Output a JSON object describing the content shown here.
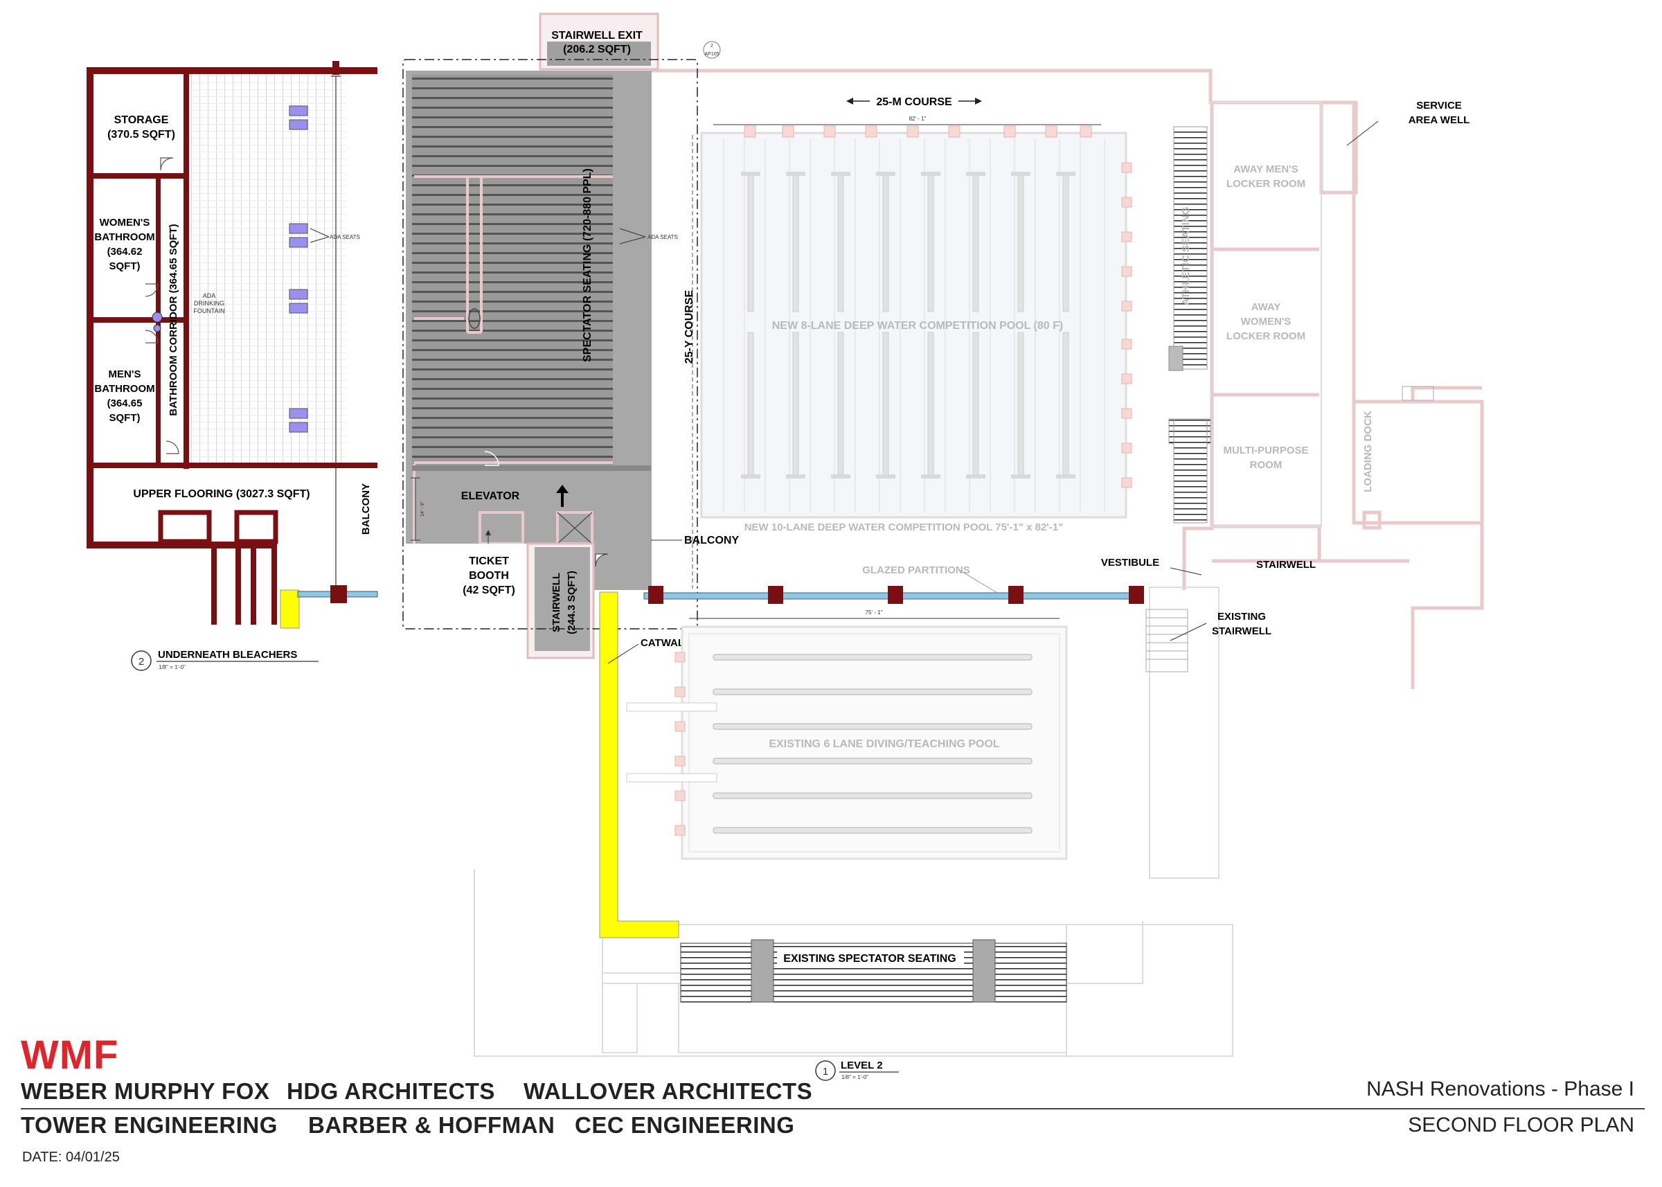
{
  "colors": {
    "wall": "#7a0f12",
    "pink": "#e9c9c9",
    "seating": "#9a9a9a",
    "catwalk": "#ffff00",
    "ada": "#9b8ff0",
    "glazing": "#88c8e8",
    "logo": "#e2232a",
    "faded_text": "#b9b9b9"
  },
  "labels": {
    "stairwell_exit": "STAIRWELL EXIT",
    "stairwell_exit_area": "(206.2 SQFT)",
    "course_25m": "25-M COURSE",
    "course_25y": "25-Y COURSE",
    "service_area_well_1": "SERVICE",
    "service_area_well_2": "AREA WELL",
    "storage": "STORAGE",
    "storage_area": "(370.5 SQFT)",
    "womens_1": "WOMEN'S",
    "womens_2": "BATHROOM",
    "womens_3": "(364.62",
    "womens_4": "SQFT)",
    "bath_corridor": "BATHROOM CORRIDOR (364.65 SQFT)",
    "ada_drinking_1": "ADA",
    "ada_drinking_2": "DRINKING",
    "ada_drinking_3": "FOUNTAIN",
    "ada_seats_left": "ADA SEATS",
    "ada_seats_right": "ADA SEATS",
    "mens_1": "MEN'S",
    "mens_2": "BATHROOM",
    "mens_3": "(364.65",
    "mens_4": "SQFT)",
    "upper_flooring": "UPPER FLOORING (3027.3 SQFT)",
    "balcony_vertical": "BALCONY",
    "balcony": "BALCONY",
    "spectator_seating": "SPECTATOR SEATING (720-880 PPL)",
    "elevator": "ELEVATOR",
    "ticket_1": "TICKET",
    "ticket_2": "BOOTH",
    "ticket_3": "(42 SQFT)",
    "stairwell_vertical": "STAIRWELL",
    "stairwell_vertical_area": "(244.3 SQFT)",
    "away_mens_1": "AWAY MEN'S",
    "away_mens_2": "LOCKER ROOM",
    "away_womens_1": "AWAY",
    "away_womens_2": "WOMEN'S",
    "away_womens_3": "LOCKER ROOM",
    "multi_1": "MULTI-PURPOSE",
    "multi_2": "ROOM",
    "athletic_seating": "ATHLETIC SEATING",
    "loading_dock": "LOADING DOCK",
    "new_8_lane": "NEW 8-LANE DEEP WATER COMPETITION POOL (80 F)",
    "new_10_lane": "NEW 10-LANE DEEP WATER COMPETITION POOL 75'-1\" x 82'-1\"",
    "glazed_partitions": "GLAZED PARTITIONS",
    "vestibule": "VESTIBULE",
    "stairwell_right": "STAIRWELL",
    "existing_stair_1": "EXISTING",
    "existing_stair_2": "STAIRWELL",
    "catwalk": "CATWALK",
    "existing_pool": "EXISTING 6 LANE DIVING/TEACHING POOL",
    "existing_spectator": "EXISTING SPECTATOR SEATING",
    "dim_82": "82' - 1\"",
    "dim_75": "75' - 1\"",
    "dim_14": "14' - 9\""
  },
  "callouts": {
    "underneath_num": "2",
    "underneath_title": "UNDERNEATH BLEACHERS",
    "underneath_scale": "1/8\" = 1'-0\"",
    "level2_num": "1",
    "level2_title": "LEVEL 2",
    "level2_scale": "1/8\" = 1'-0\"",
    "ref_num": "2",
    "ref_sheet": "AP105"
  },
  "titleblock": {
    "logo": "WMF",
    "firm_1": "WEBER MURPHY FOX",
    "firm_2": "HDG ARCHITECTS",
    "firm_3": "WALLOVER ARCHITECTS",
    "firm_4": "TOWER ENGINEERING",
    "firm_5": "BARBER & HOFFMAN",
    "firm_6": "CEC ENGINEERING",
    "project": "NASH Renovations - Phase I",
    "sheet": "SECOND FLOOR PLAN",
    "date": "DATE: 04/01/25"
  }
}
